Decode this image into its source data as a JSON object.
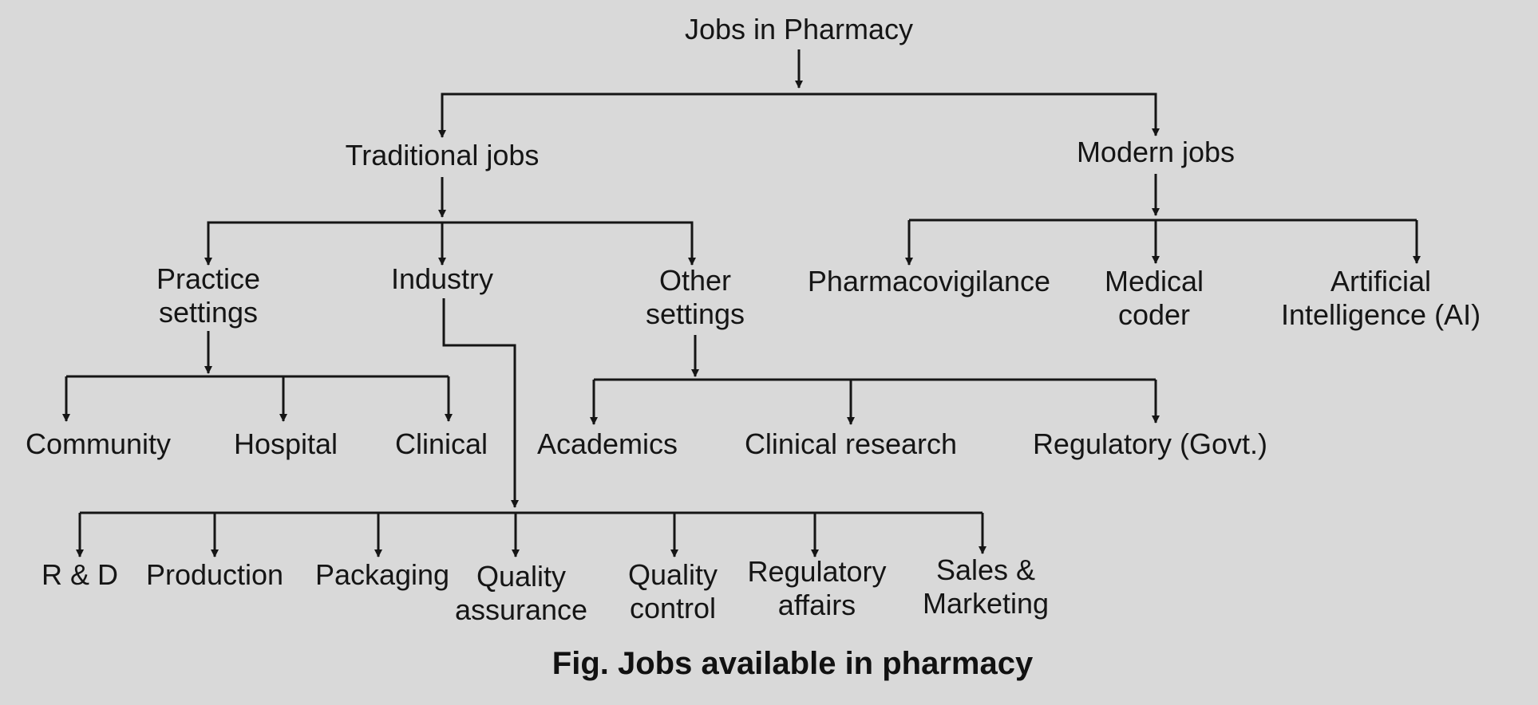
{
  "root": {
    "label": "Jobs in Pharmacy"
  },
  "traditional": {
    "label": "Traditional jobs"
  },
  "modern": {
    "label": "Modern jobs"
  },
  "practice_settings": {
    "line1": "Practice",
    "line2": "settings"
  },
  "industry": {
    "label": "Industry"
  },
  "other_settings": {
    "line1": "Other",
    "line2": "settings"
  },
  "pharmacovigilance": {
    "label": "Pharmacovigilance"
  },
  "medical_coder": {
    "line1": "Medical",
    "line2": "coder"
  },
  "ai": {
    "line1": "Artificial",
    "line2": "Intelligence (AI)"
  },
  "community": {
    "label": "Community"
  },
  "hospital": {
    "label": "Hospital"
  },
  "clinical": {
    "label": "Clinical"
  },
  "academics": {
    "label": "Academics"
  },
  "clinical_research": {
    "label": "Clinical research"
  },
  "regulatory_govt": {
    "label": "Regulatory (Govt.)"
  },
  "rnd": {
    "label": "R & D"
  },
  "production": {
    "label": "Production"
  },
  "packaging": {
    "label": "Packaging"
  },
  "quality_assurance": {
    "line1": "Quality",
    "line2": "assurance"
  },
  "quality_control": {
    "line1": "Quality",
    "line2": "control"
  },
  "regulatory_affairs": {
    "line1": "Regulatory",
    "line2": "affairs"
  },
  "sales_marketing": {
    "line1": "Sales &",
    "line2": "Marketing"
  },
  "caption": "Fig. Jobs available in pharmacy",
  "colors": {
    "background": "#d9d9d9",
    "ink": "#151515"
  }
}
